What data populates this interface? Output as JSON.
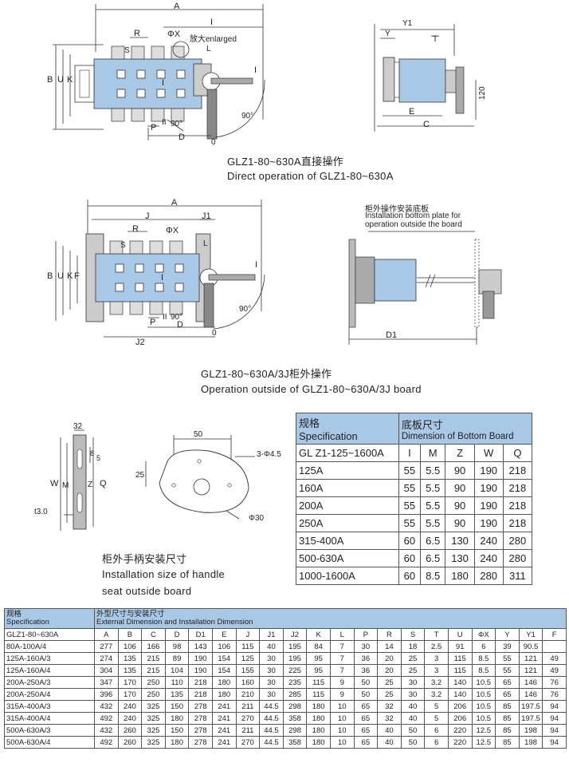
{
  "captions": {
    "direct_cn": "GLZ1-80~630A直接操作",
    "direct_en": "Direct operation of GLZ1-80~630A",
    "outside_cn": "GLZ1-80~630A/3J柜外操作",
    "outside_en": "Operation outside of GLZ1-80~630A/3J board",
    "plate_cn": "柜外操作安装底板",
    "plate_en1": "Installation bottom plate for",
    "plate_en2": "operation outside the board",
    "handle_cn": "柜外手柄安装尺寸",
    "handle_en1": "Installation size of handle",
    "handle_en2": "seat outside board"
  },
  "labels": {
    "A": "A",
    "I": "I",
    "R": "R",
    "S": "S",
    "phiX": "ΦX",
    "enlarged": "放大enlarged",
    "L": "L",
    "B": "B",
    "U": "U",
    "K": "K",
    "F": "F",
    "P": "P",
    "II": "II",
    "deg90": "90°",
    "D": "D",
    "zero": "0",
    "Y1": "Y1",
    "Y": "Y",
    "T": "T",
    "E": "E",
    "C": "C",
    "n120": "120",
    "J": "J",
    "J1": "J1",
    "J2": "J2",
    "D1": "D1",
    "n32": "32",
    "n8": "8",
    "n5": "5",
    "W": "W",
    "M": "M",
    "Z": "Z",
    "Q": "Q",
    "t3": "t3.0",
    "n50": "50",
    "n25": "25",
    "holes": "3-Φ4.5",
    "phi30": "Φ30"
  },
  "bottom_plate": {
    "title_cn": "规格",
    "title_en": "Specification",
    "dim_cn": "底板尺寸",
    "dim_en": "Dimension of Bottom Board",
    "model": "GL Z1-125~1600A",
    "columns": [
      "I",
      "M",
      "Z",
      "W",
      "Q"
    ],
    "rows": [
      [
        "125A",
        "55",
        "5.5",
        "90",
        "190",
        "218"
      ],
      [
        "160A",
        "55",
        "5.5",
        "90",
        "190",
        "218"
      ],
      [
        "200A",
        "55",
        "5.5",
        "90",
        "190",
        "218"
      ],
      [
        "250A",
        "55",
        "5.5",
        "90",
        "190",
        "218"
      ],
      [
        "315-400A",
        "60",
        "6.5",
        "130",
        "240",
        "280"
      ],
      [
        "500-630A",
        "60",
        "6.5",
        "130",
        "240",
        "280"
      ],
      [
        "1000-1600A",
        "60",
        "8.5",
        "180",
        "280",
        "311"
      ]
    ]
  },
  "dimensions": {
    "title_cn": "规格",
    "title_en": "Specification",
    "dim_cn": "外型尺寸与安装尺寸",
    "dim_en": "External Dimension and Installation Dimension",
    "model": "GLZ1-80~630A",
    "columns": [
      "A",
      "B",
      "C",
      "D",
      "D1",
      "E",
      "J",
      "J1",
      "J2",
      "K",
      "L",
      "P",
      "R",
      "S",
      "T",
      "U",
      "ΦX",
      "Y",
      "Y1",
      "F"
    ],
    "rows": [
      [
        "80A-100A/4",
        "277",
        "106",
        "166",
        "98",
        "143",
        "106",
        "115",
        "40",
        "195",
        "84",
        "7",
        "30",
        "14",
        "18",
        "2.5",
        "91",
        "6",
        "39",
        "90.5",
        ""
      ],
      [
        "125A-160A/3",
        "274",
        "135",
        "215",
        "89",
        "190",
        "154",
        "125",
        "30",
        "195",
        "95",
        "7",
        "36",
        "20",
        "25",
        "3",
        "115",
        "8.5",
        "55",
        "121",
        "49"
      ],
      [
        "125A-160A/4",
        "304",
        "135",
        "215",
        "104",
        "190",
        "154",
        "155",
        "30",
        "225",
        "95",
        "7",
        "36",
        "20",
        "25",
        "3",
        "115",
        "8.5",
        "55",
        "121",
        "49"
      ],
      [
        "200A-250A/3",
        "347",
        "170",
        "250",
        "110",
        "218",
        "180",
        "160",
        "30",
        "235",
        "115",
        "9",
        "50",
        "25",
        "30",
        "3.2",
        "140",
        "10.5",
        "65",
        "146",
        "76"
      ],
      [
        "200A-250A/4",
        "396",
        "170",
        "250",
        "135",
        "218",
        "180",
        "210",
        "30",
        "285",
        "115",
        "9",
        "50",
        "25",
        "30",
        "3.2",
        "140",
        "10.5",
        "65",
        "146",
        "76"
      ],
      [
        "315A-400A/3",
        "432",
        "240",
        "325",
        "150",
        "278",
        "241",
        "211",
        "44.5",
        "298",
        "180",
        "10",
        "65",
        "32",
        "40",
        "5",
        "206",
        "10.5",
        "85",
        "197.5",
        "94"
      ],
      [
        "315A-400A/4",
        "492",
        "240",
        "325",
        "180",
        "278",
        "241",
        "270",
        "44.5",
        "358",
        "180",
        "10",
        "65",
        "32",
        "40",
        "5",
        "206",
        "10.5",
        "85",
        "197.5",
        "94"
      ],
      [
        "500A-630A/3",
        "432",
        "260",
        "325",
        "150",
        "278",
        "241",
        "211",
        "44.5",
        "298",
        "180",
        "10",
        "65",
        "40",
        "50",
        "6",
        "220",
        "12.5",
        "85",
        "198",
        "94"
      ],
      [
        "500A-630A/4",
        "492",
        "260",
        "325",
        "180",
        "278",
        "241",
        "270",
        "44.5",
        "358",
        "180",
        "10",
        "65",
        "40",
        "50",
        "6",
        "220",
        "12.5",
        "85",
        "198",
        "94"
      ]
    ]
  },
  "colors": {
    "body_blue": "#a9c8e6",
    "line": "#333333",
    "grey": "#999999"
  }
}
